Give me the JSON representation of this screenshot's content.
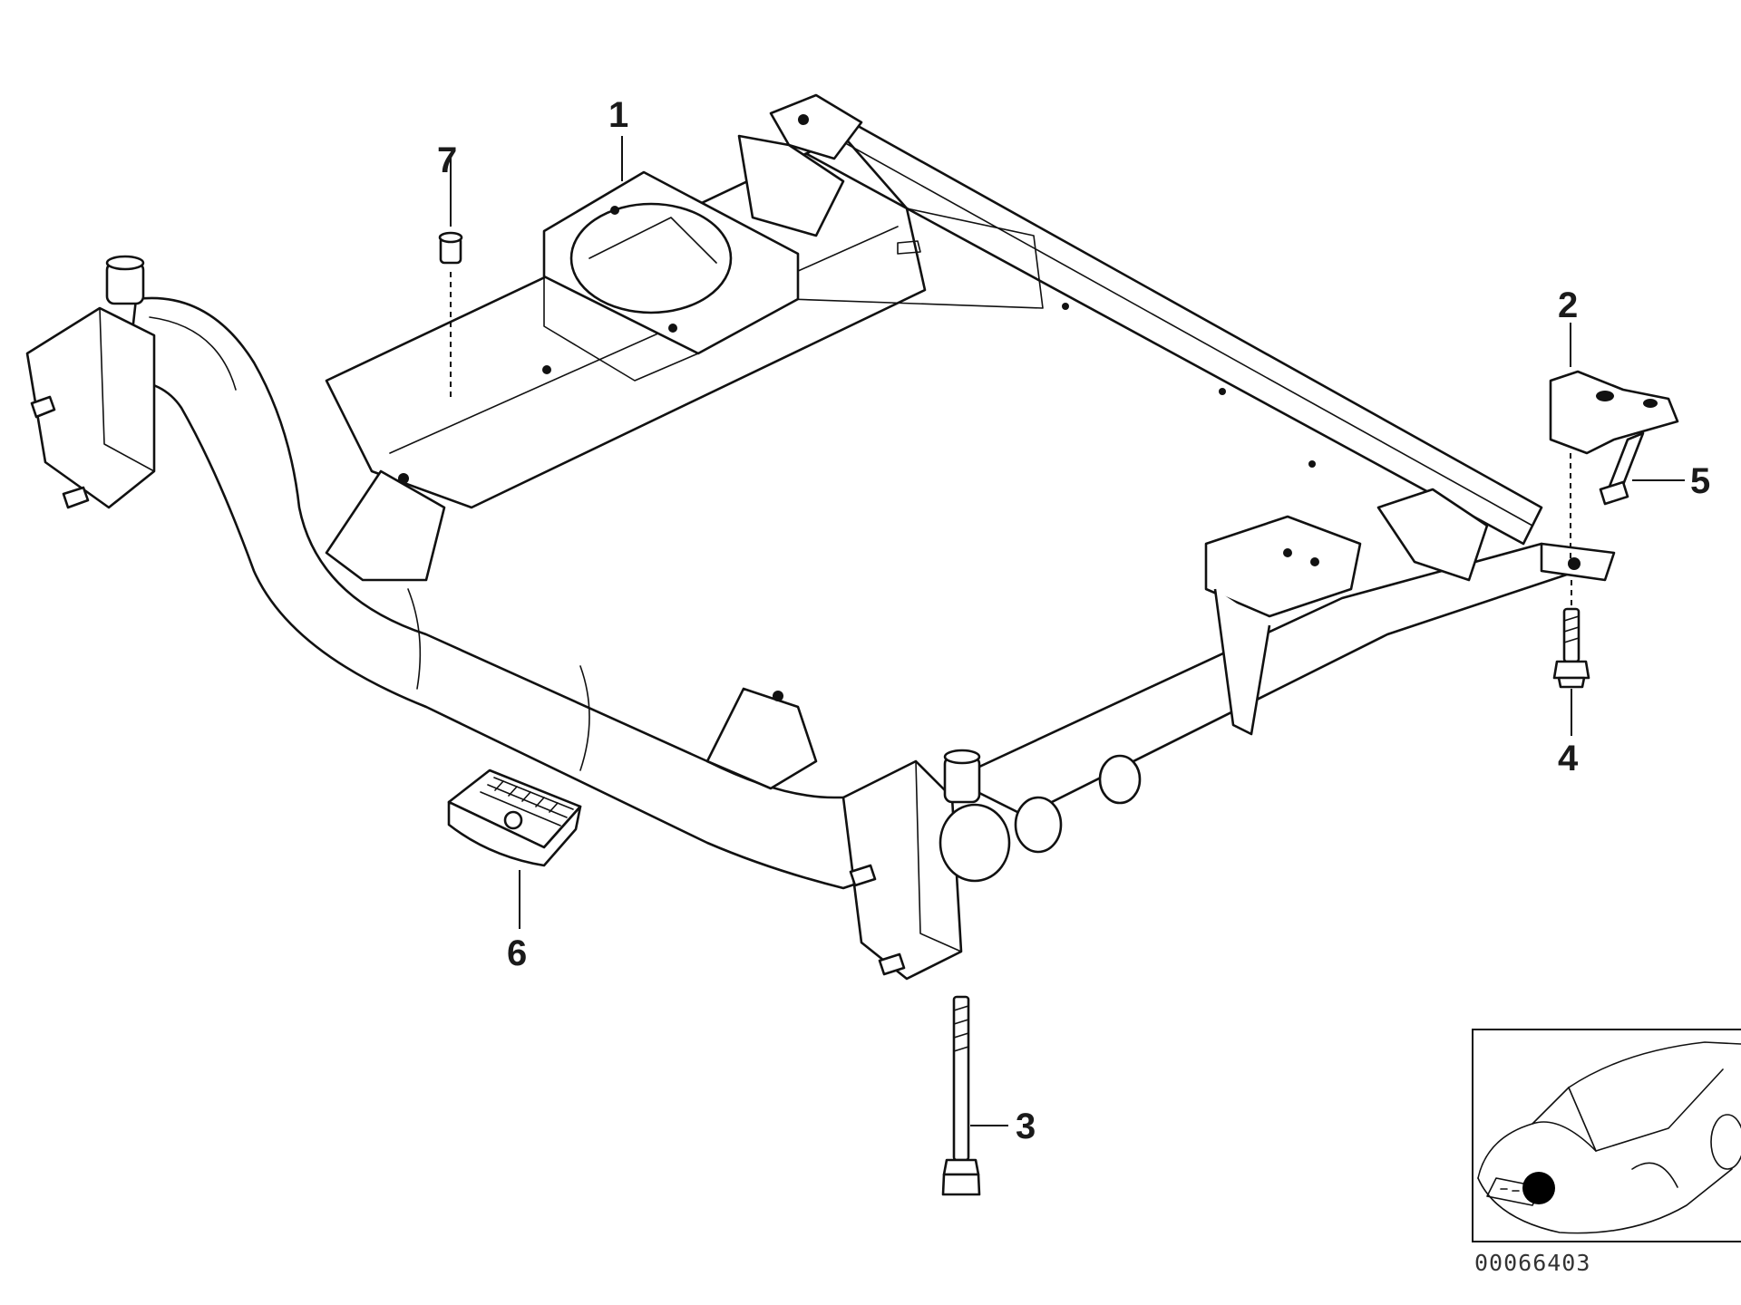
{
  "diagram": {
    "callouts": [
      {
        "id": "1",
        "label": "1"
      },
      {
        "id": "2",
        "label": "2"
      },
      {
        "id": "3",
        "label": "3"
      },
      {
        "id": "4",
        "label": "4"
      },
      {
        "id": "5",
        "label": "5"
      },
      {
        "id": "6",
        "label": "6"
      },
      {
        "id": "7",
        "label": "7"
      }
    ],
    "reference_number": "00066403",
    "colors": {
      "line": "#111111",
      "background": "#ffffff",
      "location_marker": "#000000"
    }
  }
}
